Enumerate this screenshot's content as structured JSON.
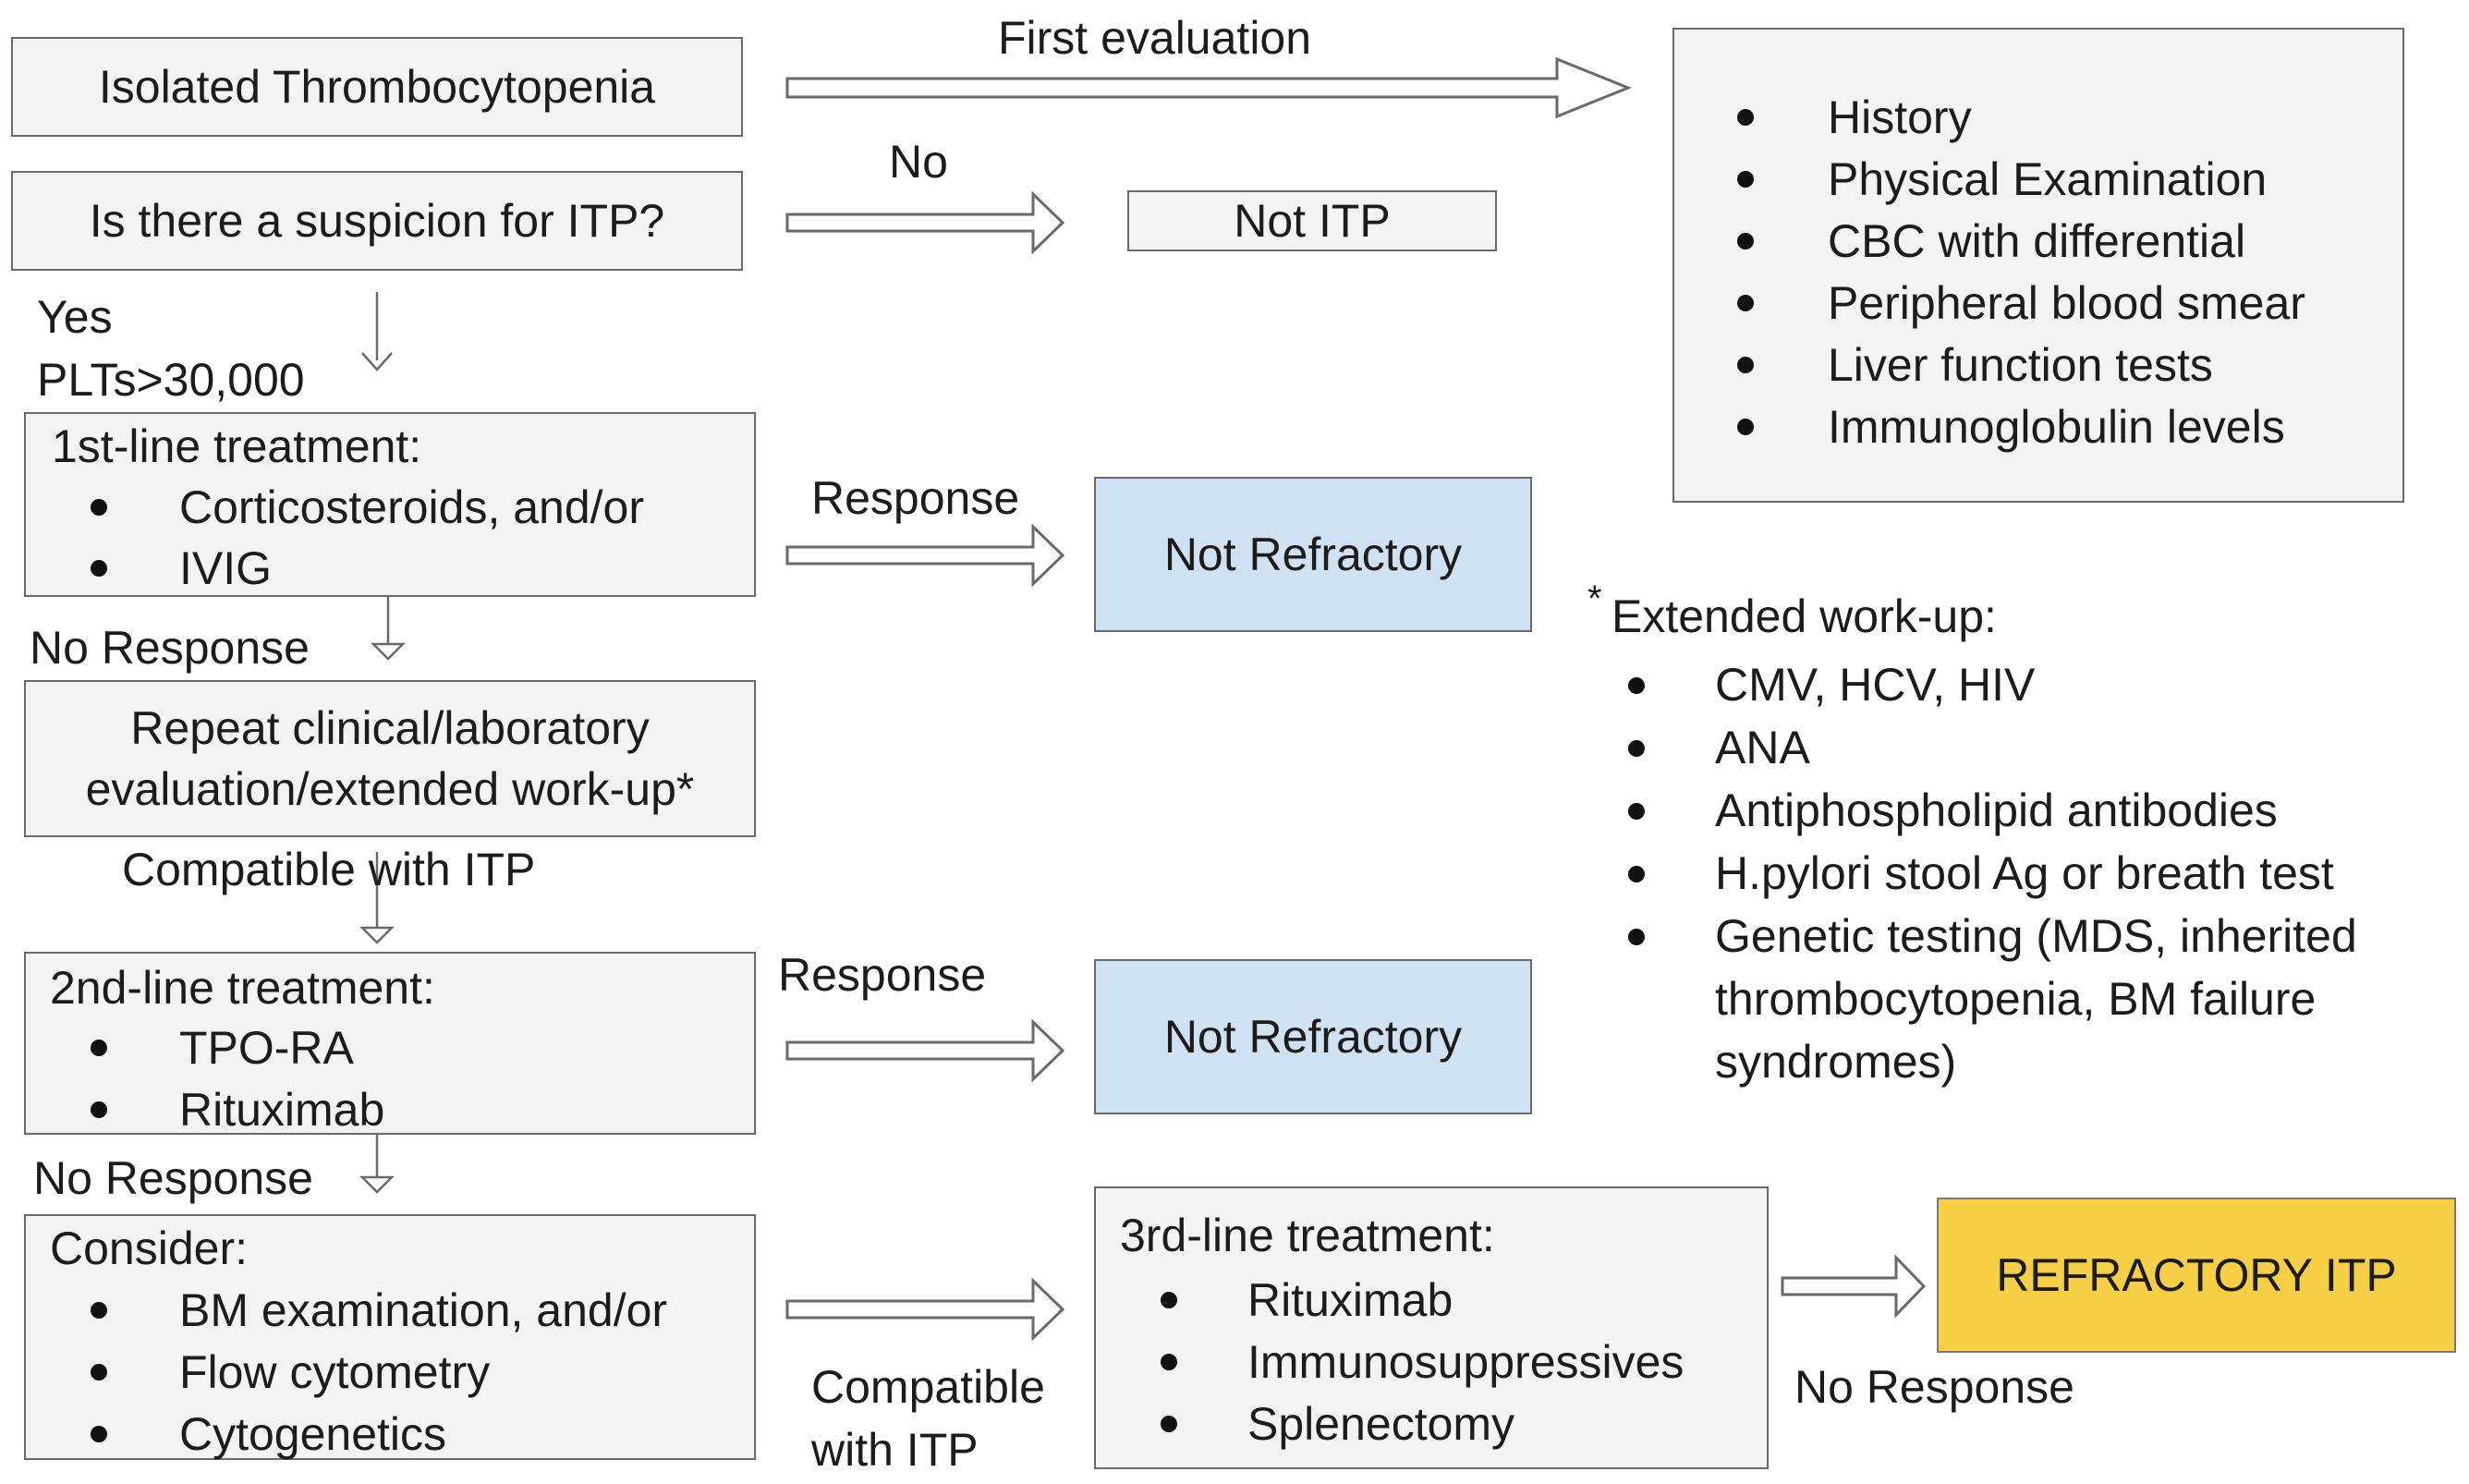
{
  "top": {
    "start": "Isolated Thrombocytopenia",
    "first_eval": "First evaluation",
    "question": "Is there a suspicion for ITP?",
    "no": "No",
    "not_itp": "Not ITP",
    "yes": "Yes",
    "plts": "PLTs>30,000"
  },
  "first_eval_list": [
    "History",
    "Physical Examination",
    "CBC with differential",
    "Peripheral blood smear",
    "Liver function tests",
    "Immunoglobulin levels"
  ],
  "first_line": {
    "title": "1st-line treatment:",
    "items": [
      "Corticosteroids, and/or",
      "IVIG"
    ],
    "response": "Response",
    "no_response": "No Response"
  },
  "not_refractory_1": "Not Refractory",
  "repeat": {
    "line1": "Repeat clinical/laboratory",
    "line2": "evaluation/extended work-up*"
  },
  "compatible": "Compatible with ITP",
  "extended": {
    "star": "*",
    "title": "Extended work-up:",
    "items": [
      "CMV, HCV, HIV",
      "ANA",
      "Antiphospholipid antibodies",
      "H.pylori stool Ag or breath test"
    ],
    "genetic_lines": [
      "Genetic testing (MDS, inherited",
      "thrombocytopenia, BM failure",
      "syndromes)"
    ]
  },
  "second_line": {
    "title": "2nd-line treatment:",
    "items": [
      "TPO-RA",
      "Rituximab"
    ],
    "response": "Response",
    "no_response": "No Response"
  },
  "not_refractory_2": "Not Refractory",
  "consider": {
    "title": "Consider:",
    "items": [
      "BM examination, and/or",
      "Flow cytometry",
      "Cytogenetics"
    ]
  },
  "compat_lines": [
    "Compatible",
    "with ITP"
  ],
  "third_line": {
    "title": "3rd-line treatment:",
    "items": [
      "Rituximab",
      "Immunosuppressives",
      "Splenectomy"
    ]
  },
  "third_no_response": "No Response",
  "refractory": "REFRACTORY ITP"
}
